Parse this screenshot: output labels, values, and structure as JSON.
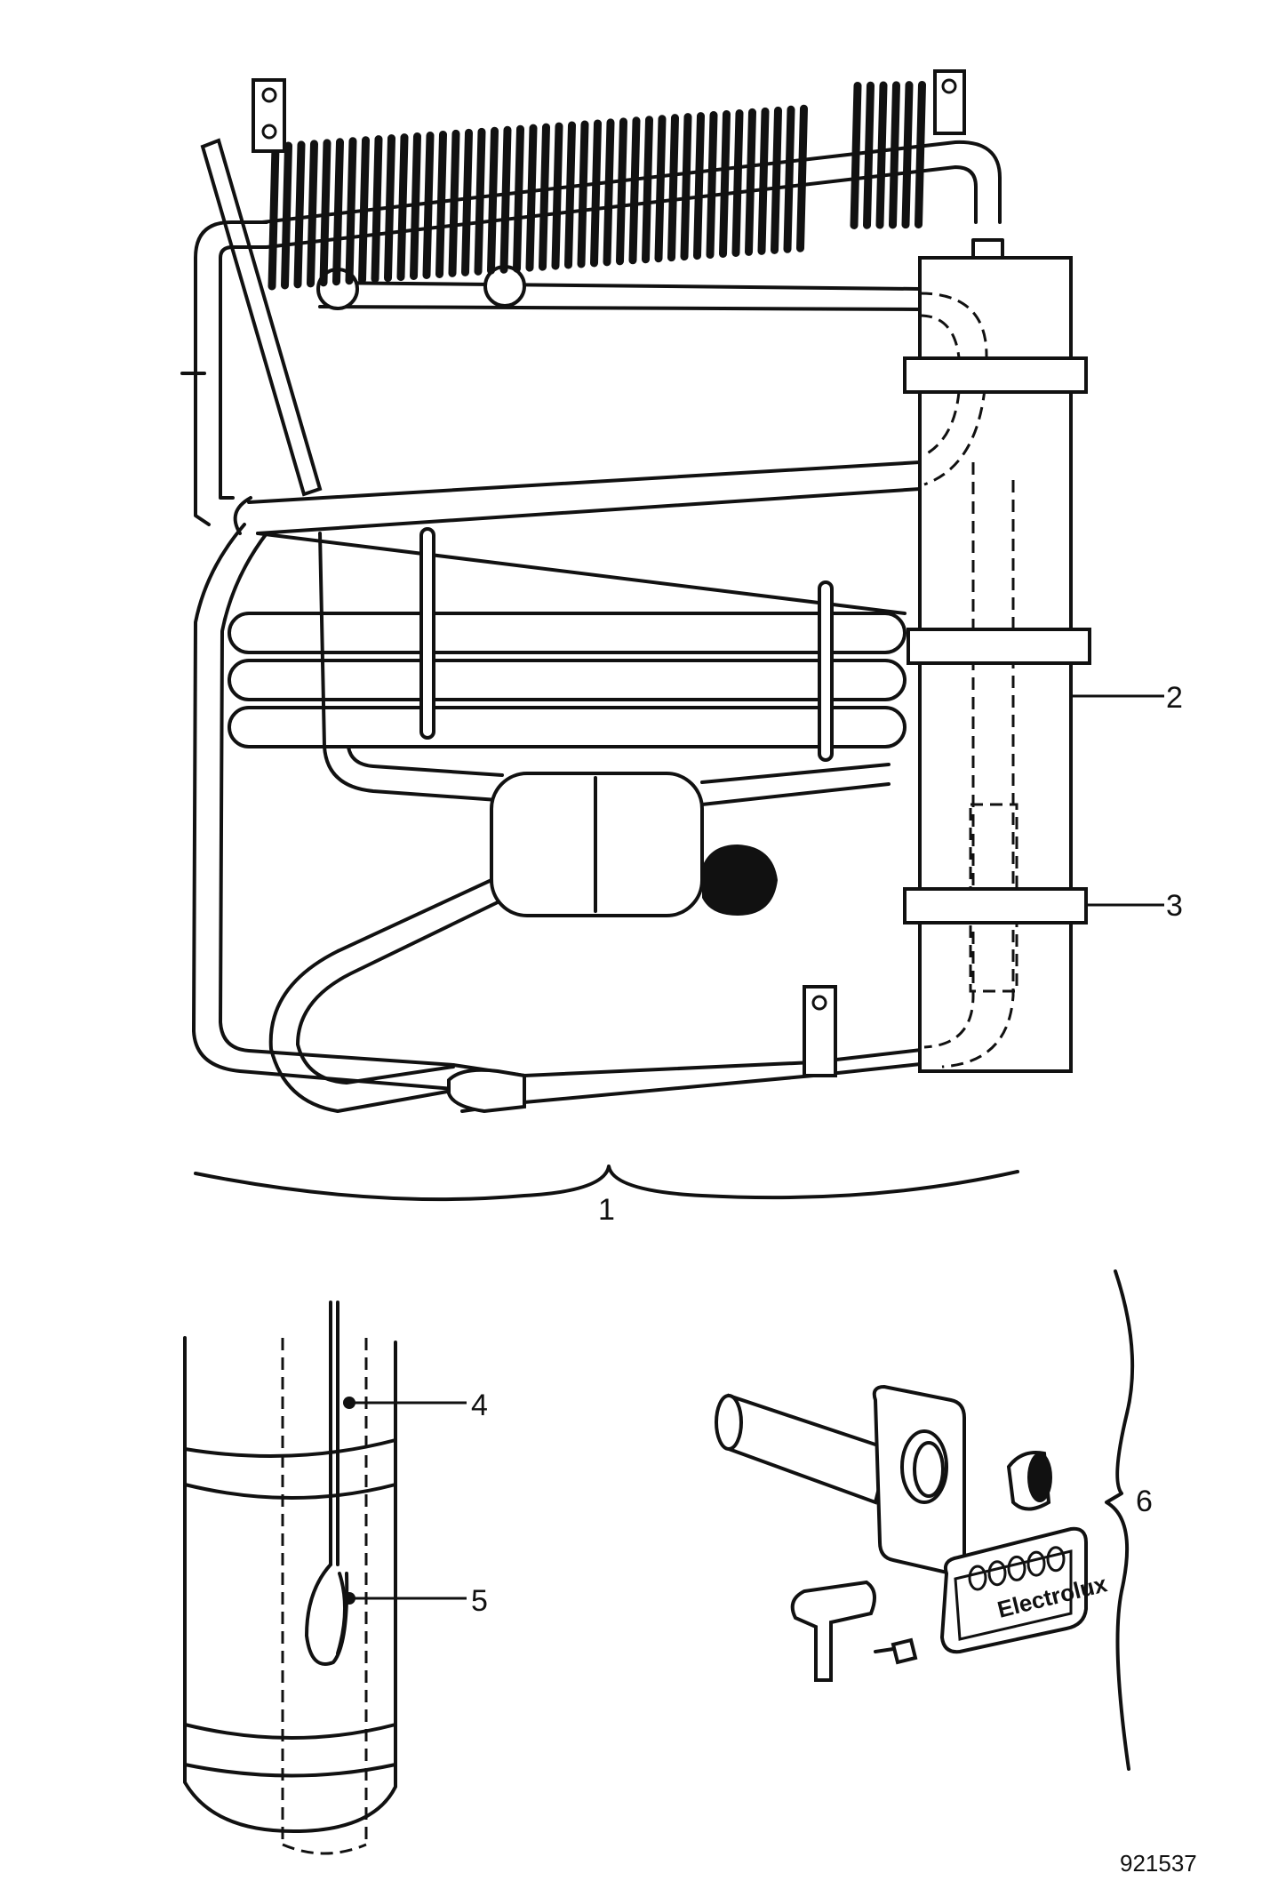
{
  "figure_code": "921537",
  "callouts": {
    "c1": "1",
    "c2": "2",
    "c3": "3",
    "c4": "4",
    "c5": "5",
    "c6": "6"
  },
  "nameplate_brand": "Electrolux",
  "icons": [
    "cooling-unit",
    "burner-tube",
    "thermocouple",
    "flue-kit"
  ]
}
